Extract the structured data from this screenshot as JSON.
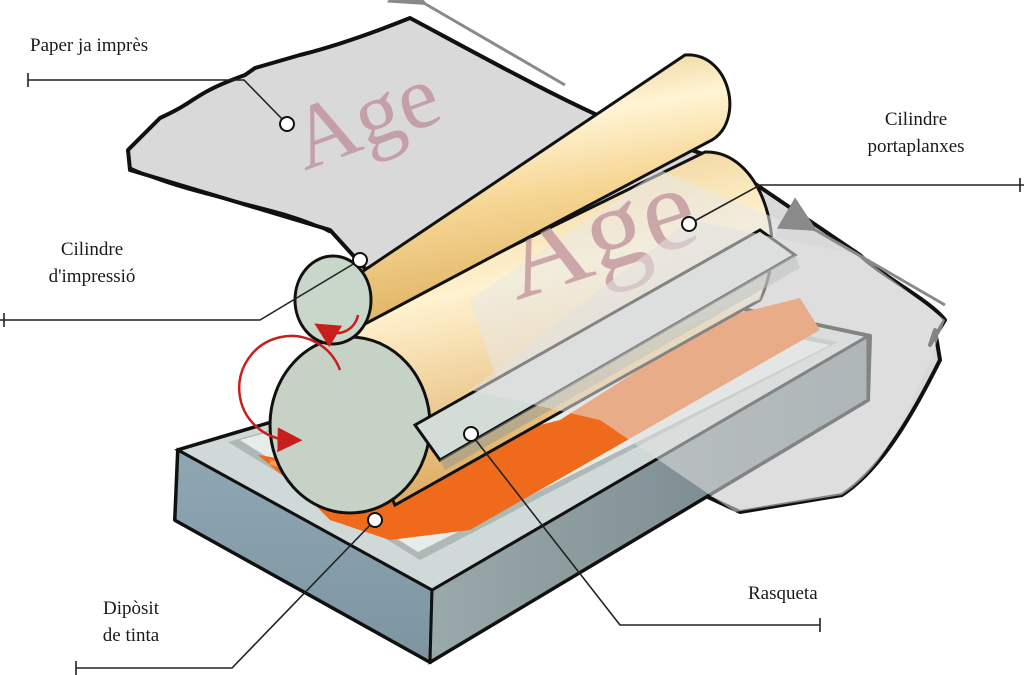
{
  "labels": {
    "paper": "Paper ja imprès",
    "plate_cylinder": [
      "Cilindre",
      "portaplanxes"
    ],
    "impression_cylinder": [
      "Cilindre",
      "d'impressió"
    ],
    "ink_tank": [
      "Dipòsit",
      "de tinta"
    ],
    "doctor_blade": "Rasqueta"
  },
  "printed_text": {
    "paper_sample": "Age",
    "plate_sample": "Age"
  },
  "colors": {
    "paper": "#dcdcdc",
    "cylinder_gold": "#f2cf88",
    "cylinder_end": "#c9d6c9",
    "tank_side": "#8fa8b4",
    "tank_top": "#cfdbd8",
    "ink": "#f06a1c",
    "arrow": "#c81e1e",
    "print_letters": "#b98f98"
  }
}
